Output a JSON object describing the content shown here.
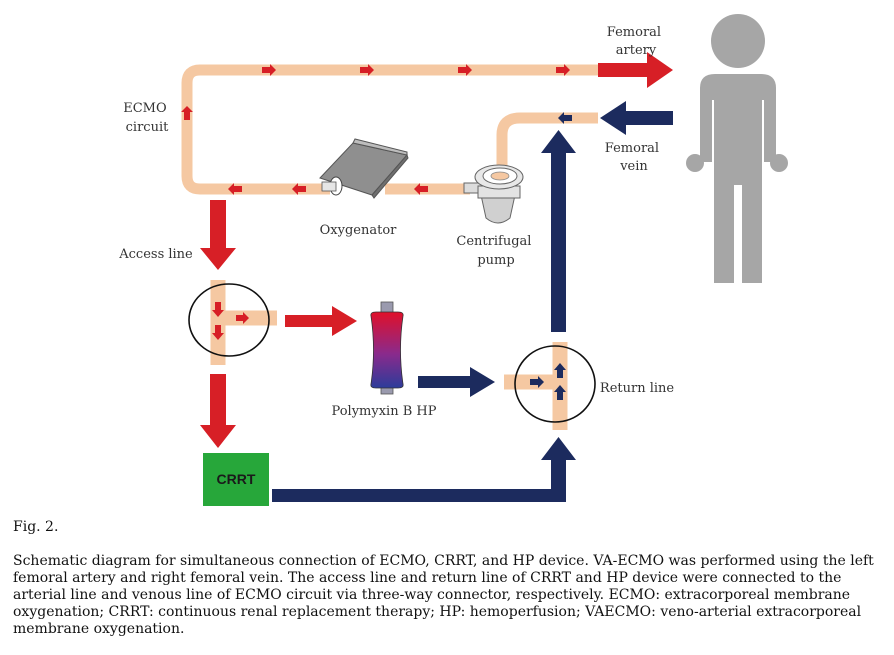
{
  "labels": {
    "femoral_artery": [
      "Femoral",
      "artery"
    ],
    "ecmo_circuit": [
      "ECMO",
      "circuit"
    ],
    "femoral_vein": [
      "Femoral",
      "vein"
    ],
    "oxygenator": "Oxygenator",
    "centrifugal_pump": [
      "Centrifugal",
      "pump"
    ],
    "access_line": "Access line",
    "return_line": "Return line",
    "polymyxin": "Polymyxin B HP",
    "crrt": "CRRT"
  },
  "colors": {
    "tube": "#f5c8a2",
    "flow_red": "#d71f26",
    "flow_navy": "#1c2b5e",
    "crrt_box": "#27a73a",
    "person": "#a6a6a6"
  },
  "figure": {
    "label": "Fig. 2.",
    "caption": "Schematic diagram for simultaneous connection of ECMO, CRRT, and HP device. VA-ECMO was performed using the left femoral artery and right femoral vein. The access line and return line of CRRT and HP device were connected to the arterial line and venous line of ECMO circuit via three-way connector, respectively. ECMO: extracorporeal membrane oxygenation; CRRT: continuous renal replacement therapy; HP: hemoperfusion; VAECMO: veno-arterial extracorporeal membrane oxygenation."
  }
}
